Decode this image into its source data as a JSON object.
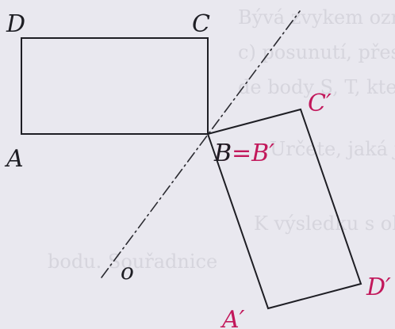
{
  "figure": {
    "labels": {
      "D": "D",
      "C": "C",
      "A": "A",
      "B_eq_B_prime": "B=B′",
      "C_prime": "C′",
      "D_prime": "D′",
      "A_prime": "A′",
      "axis": "o"
    },
    "colors": {
      "background": "#e9e8ef",
      "original_shape": "#1e1e24",
      "image_labels": "#c2185b",
      "axis_line": "#2a2a30",
      "show_through_text": "#d6d5dd"
    },
    "show_through_text": [
      "Bývá zvykem označovat",
      "c) posunutí, přesunutí",
      "de body S, T, které",
      "Určete, jaká je",
      "K výsledku s ohledem",
      "bodu. Souřadnice"
    ]
  }
}
